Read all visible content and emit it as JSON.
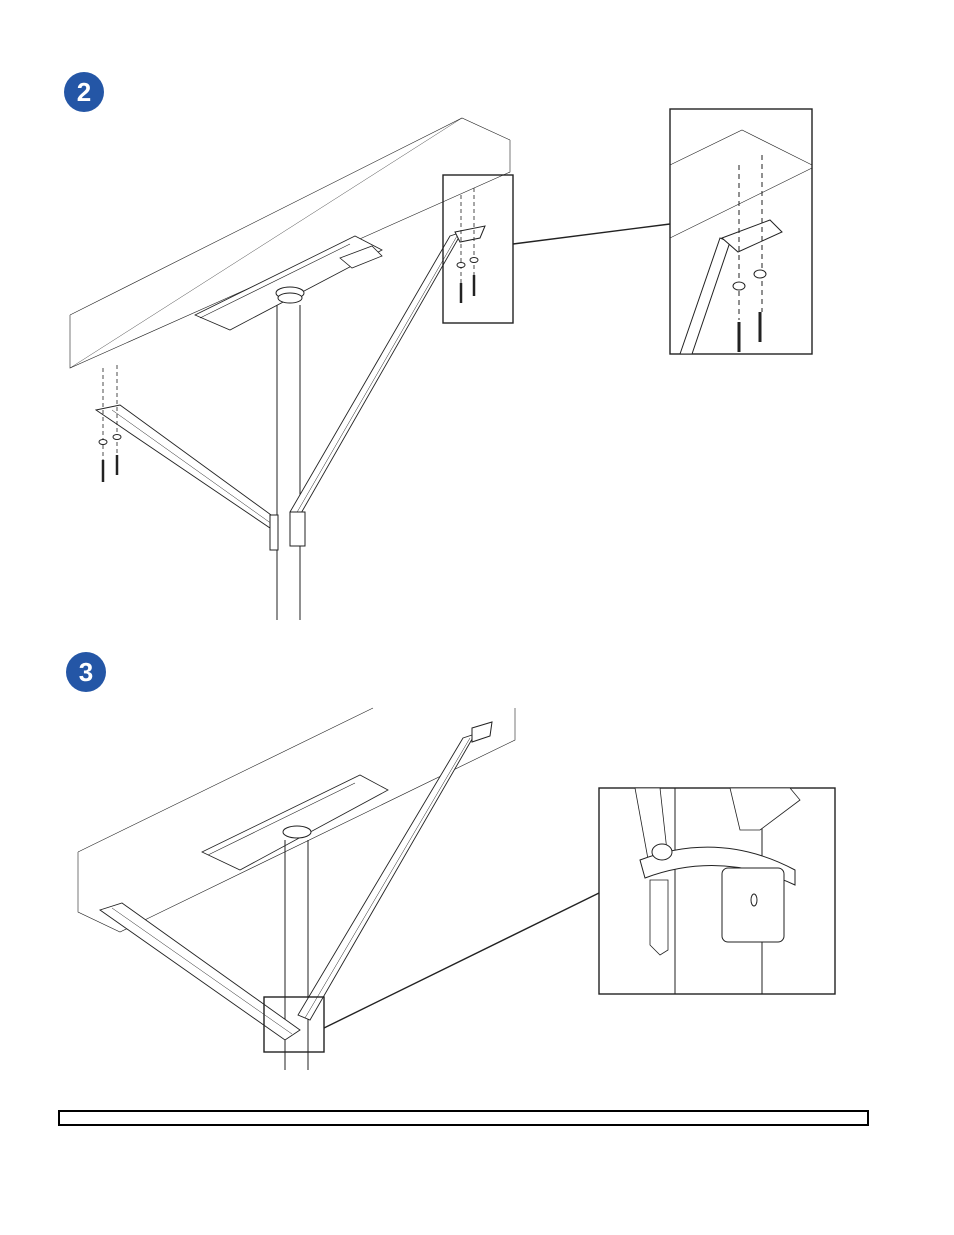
{
  "steps": [
    {
      "number": "2",
      "badge_color": "#2456a6"
    },
    {
      "number": "3",
      "badge_color": "#2456a6"
    }
  ],
  "icons": {
    "step2_main": "ceiling-mount-pole-braces-illustration",
    "step2_detail": "screw-washer-bracket-detail",
    "step3_main": "assembled-pole-braces-illustration",
    "step3_detail": "hose-clamp-detail"
  },
  "footer": {
    "text": ""
  }
}
